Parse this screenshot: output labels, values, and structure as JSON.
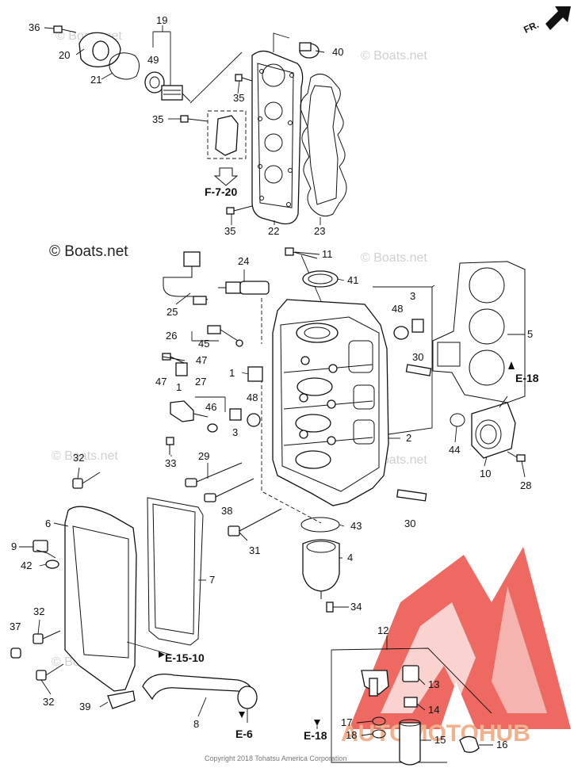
{
  "callouts": [
    {
      "id": "c36",
      "text": "36"
    },
    {
      "id": "c20",
      "text": "20"
    },
    {
      "id": "c19",
      "text": "19"
    },
    {
      "id": "c49",
      "text": "49"
    },
    {
      "id": "c21",
      "text": "21"
    },
    {
      "id": "c40",
      "text": "40"
    },
    {
      "id": "c35a",
      "text": "35"
    },
    {
      "id": "c35b",
      "text": "35"
    },
    {
      "id": "c35c",
      "text": "35"
    },
    {
      "id": "c22",
      "text": "22"
    },
    {
      "id": "c23",
      "text": "23"
    },
    {
      "id": "c11",
      "text": "11"
    },
    {
      "id": "c24",
      "text": "24"
    },
    {
      "id": "c41",
      "text": "41"
    },
    {
      "id": "c25",
      "text": "25"
    },
    {
      "id": "c3a",
      "text": "3"
    },
    {
      "id": "c48a",
      "text": "48"
    },
    {
      "id": "c5",
      "text": "5"
    },
    {
      "id": "c26",
      "text": "26"
    },
    {
      "id": "c45",
      "text": "45"
    },
    {
      "id": "c30a",
      "text": "30"
    },
    {
      "id": "c47a",
      "text": "47"
    },
    {
      "id": "c1a",
      "text": "1"
    },
    {
      "id": "c47b",
      "text": "47"
    },
    {
      "id": "c1b",
      "text": "1"
    },
    {
      "id": "c27",
      "text": "27"
    },
    {
      "id": "c48b",
      "text": "48"
    },
    {
      "id": "c46",
      "text": "46"
    },
    {
      "id": "c3b",
      "text": "3"
    },
    {
      "id": "c2",
      "text": "2"
    },
    {
      "id": "c44",
      "text": "44"
    },
    {
      "id": "c10",
      "text": "10"
    },
    {
      "id": "c28",
      "text": "28"
    },
    {
      "id": "c32a",
      "text": "32"
    },
    {
      "id": "c33",
      "text": "33"
    },
    {
      "id": "c29",
      "text": "29"
    },
    {
      "id": "c38",
      "text": "38"
    },
    {
      "id": "c30b",
      "text": "30"
    },
    {
      "id": "c6",
      "text": "6"
    },
    {
      "id": "c43",
      "text": "43"
    },
    {
      "id": "c9",
      "text": "9"
    },
    {
      "id": "c31",
      "text": "31"
    },
    {
      "id": "c42",
      "text": "42"
    },
    {
      "id": "c4",
      "text": "4"
    },
    {
      "id": "c7",
      "text": "7"
    },
    {
      "id": "c34",
      "text": "34"
    },
    {
      "id": "c32b",
      "text": "32"
    },
    {
      "id": "c37",
      "text": "37"
    },
    {
      "id": "c12",
      "text": "12"
    },
    {
      "id": "c13",
      "text": "13"
    },
    {
      "id": "c14",
      "text": "14"
    },
    {
      "id": "c17",
      "text": "17"
    },
    {
      "id": "c18",
      "text": "18"
    },
    {
      "id": "c15",
      "text": "15"
    },
    {
      "id": "c16",
      "text": "16"
    },
    {
      "id": "c32c",
      "text": "32"
    },
    {
      "id": "c39",
      "text": "39"
    },
    {
      "id": "c8",
      "text": "8"
    }
  ],
  "references": {
    "f720": "F-7-20",
    "e18a": "E-18",
    "e1510": "E-15-10",
    "e6": "E-6",
    "e18b": "E-18"
  },
  "direction_label": "FR.",
  "watermark_text": "© Boats.net",
  "brand_text": "© Boats.net",
  "copyright": "Copyright 2018 Tohatsu America Corporation",
  "logo": {
    "text": "AUTOMOTOHUB",
    "accent_color": "#e8443a",
    "hub_color": "#5a5a5a"
  }
}
